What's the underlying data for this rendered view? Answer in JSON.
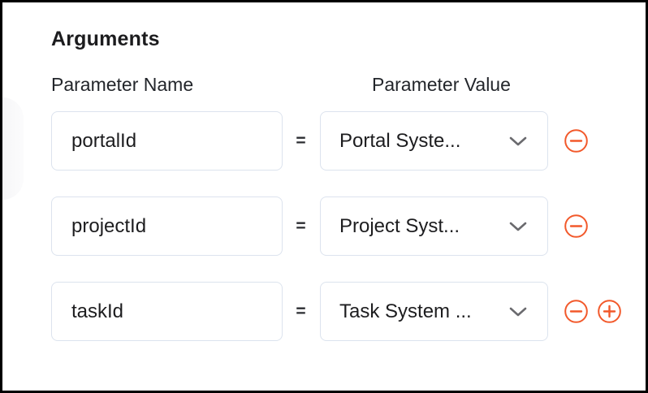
{
  "panel": {
    "title": "Arguments",
    "columns": {
      "name_header": "Parameter Name",
      "value_header": "Parameter Value"
    },
    "equals_symbol": "=",
    "rows": [
      {
        "name": "portalId",
        "value": "Portal Syste..."
      },
      {
        "name": "projectId",
        "value": "Project Syst..."
      },
      {
        "name": "taskId",
        "value": "Task System ..."
      }
    ],
    "colors": {
      "accent_orange": "#F2592B",
      "field_border": "#DCE3EE",
      "text": "#1D1D1F",
      "chevron": "#6A6A6E"
    }
  }
}
